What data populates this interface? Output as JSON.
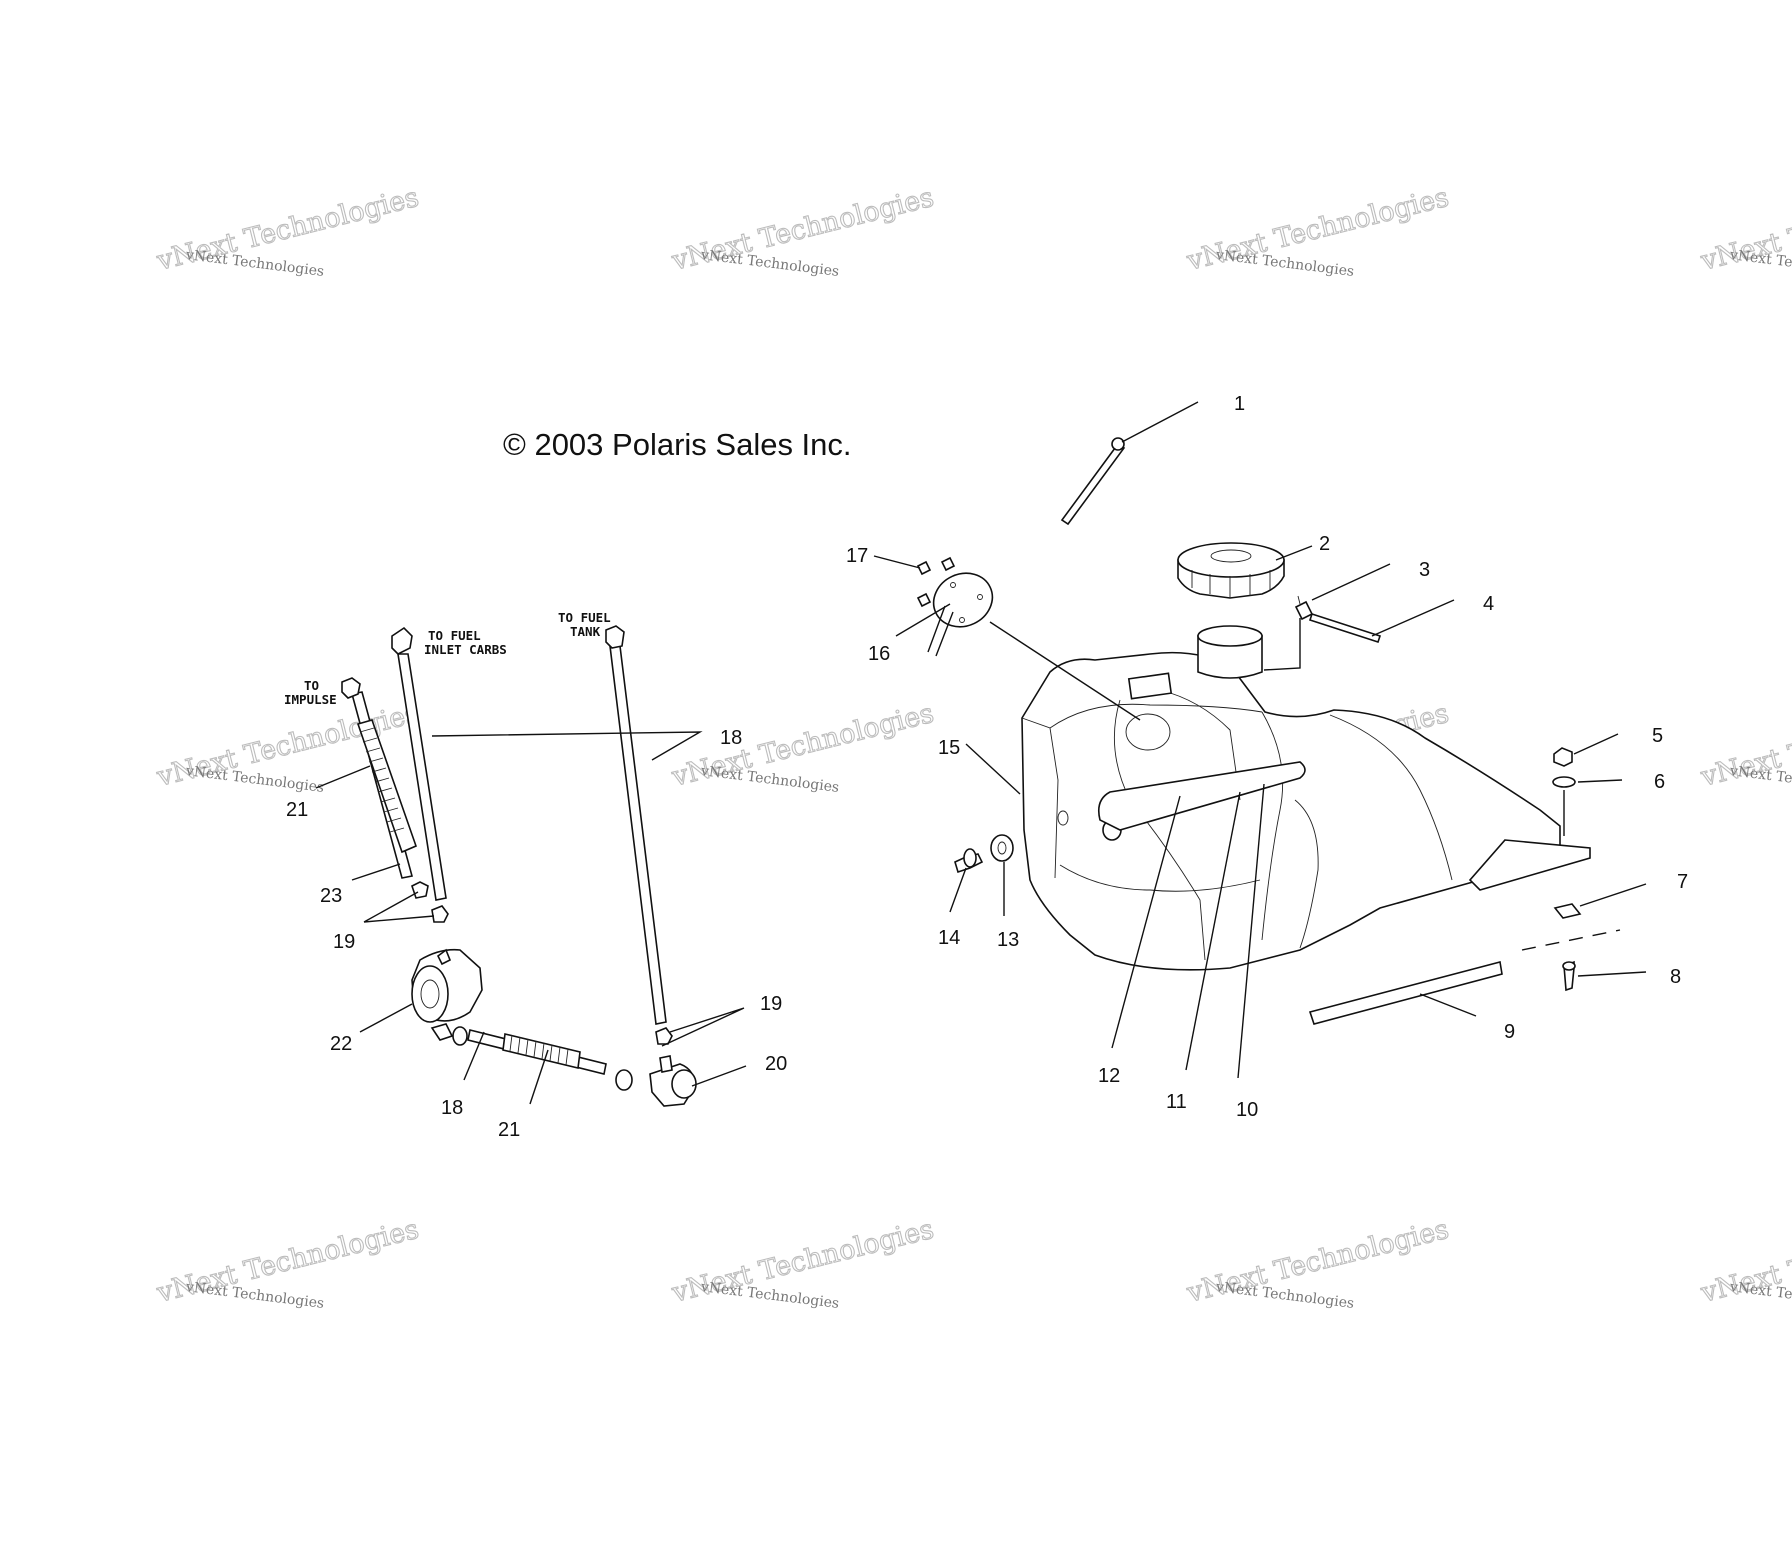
{
  "copyright": "© 2003 Polaris Sales Inc.",
  "watermark": {
    "big": "vNext Technologies",
    "small": "vNext Technologies"
  },
  "notes": {
    "fuel_inlet_1": "TO FUEL",
    "fuel_inlet_2": "INLET CARBS",
    "fuel_tank_1": "TO FUEL",
    "fuel_tank_2": "TANK",
    "impulse_1": "TO",
    "impulse_2": "IMPULSE"
  },
  "callouts": {
    "c1": "1",
    "c2": "2",
    "c3": "3",
    "c4": "4",
    "c5": "5",
    "c6": "6",
    "c7": "7",
    "c8": "8",
    "c9": "9",
    "c10": "10",
    "c11": "11",
    "c12": "12",
    "c13": "13",
    "c14": "14",
    "c15": "15",
    "c16": "16",
    "c17": "17",
    "c18a": "18",
    "c18b": "18",
    "c19a": "19",
    "c19b": "19",
    "c20": "20",
    "c21a": "21",
    "c21b": "21",
    "c22": "22",
    "c23": "23"
  }
}
